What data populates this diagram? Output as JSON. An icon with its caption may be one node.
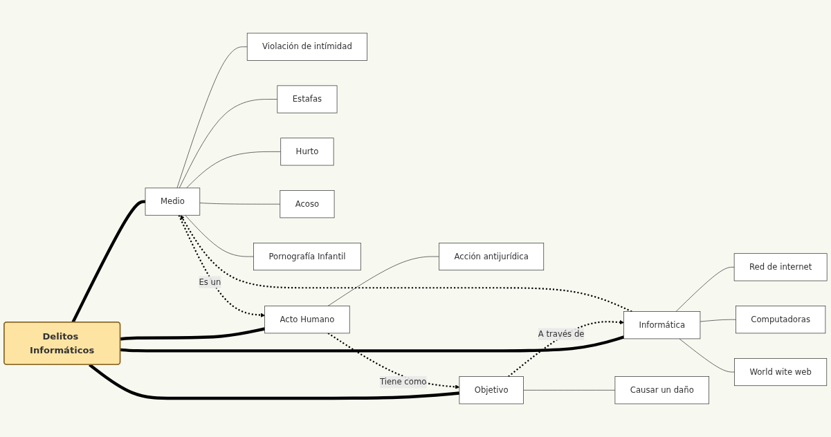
{
  "diagram": {
    "nodes": [
      {
        "text": [
          "Delitos Informáticos"
        ]
      },
      {
        "text": [
          "Medio"
        ]
      },
      {
        "text": [
          "Violación de intímidad"
        ]
      },
      {
        "text": [
          "Estafas"
        ]
      },
      {
        "text": [
          "Hurto"
        ]
      },
      {
        "text": [
          "Acoso"
        ]
      },
      {
        "text": [
          "Pornografía Infantil"
        ]
      },
      {
        "text": [
          "Informática"
        ]
      },
      {
        "text": [
          "Red de internet"
        ]
      },
      {
        "text": [
          "Computadoras"
        ]
      },
      {
        "text": [
          "World wite web"
        ]
      },
      {
        "text": [
          "Acto Humano"
        ]
      },
      {
        "text": [
          "Acción antijurídica"
        ]
      },
      {
        "text": [
          "Objetivo"
        ]
      },
      {
        "text": [
          "Causar un daño"
        ]
      }
    ],
    "edges": [
      {
        "from": 0,
        "to": 1,
        "arrow": "none",
        "style": "thick"
      },
      {
        "from": 0,
        "to": 7,
        "arrow": "none",
        "style": "thick"
      },
      {
        "from": 0,
        "to": 11,
        "arrow": "none",
        "style": "thick"
      },
      {
        "from": 0,
        "to": 13,
        "arrow": "none",
        "style": "thick"
      },
      {
        "from": 1,
        "to": 2,
        "arrow": "none"
      },
      {
        "from": 1,
        "to": 3,
        "arrow": "none"
      },
      {
        "from": 1,
        "to": 4,
        "arrow": "none"
      },
      {
        "from": 1,
        "to": 5,
        "arrow": "none"
      },
      {
        "from": 1,
        "to": 6,
        "arrow": "none"
      },
      {
        "from": 7,
        "to": 8,
        "arrow": "none"
      },
      {
        "from": 7,
        "to": 9,
        "arrow": "none"
      },
      {
        "from": 7,
        "to": 10,
        "arrow": "none"
      },
      {
        "from": 11,
        "to": 12,
        "arrow": "none"
      },
      {
        "from": 13,
        "to": 14,
        "arrow": "none"
      },
      {
        "from": 7,
        "to": 1,
        "arrow": "to",
        "style": "dashed"
      },
      {
        "from": 1,
        "to": 11,
        "arrow": "to",
        "style": "dashed",
        "label": "Es un"
      },
      {
        "from": 11,
        "to": 13,
        "arrow": "to",
        "style": "dashed",
        "label": "Tiene como"
      },
      {
        "from": 13,
        "to": 7,
        "arrow": "to",
        "style": "dashed",
        "label": "A través de"
      }
    ]
  }
}
